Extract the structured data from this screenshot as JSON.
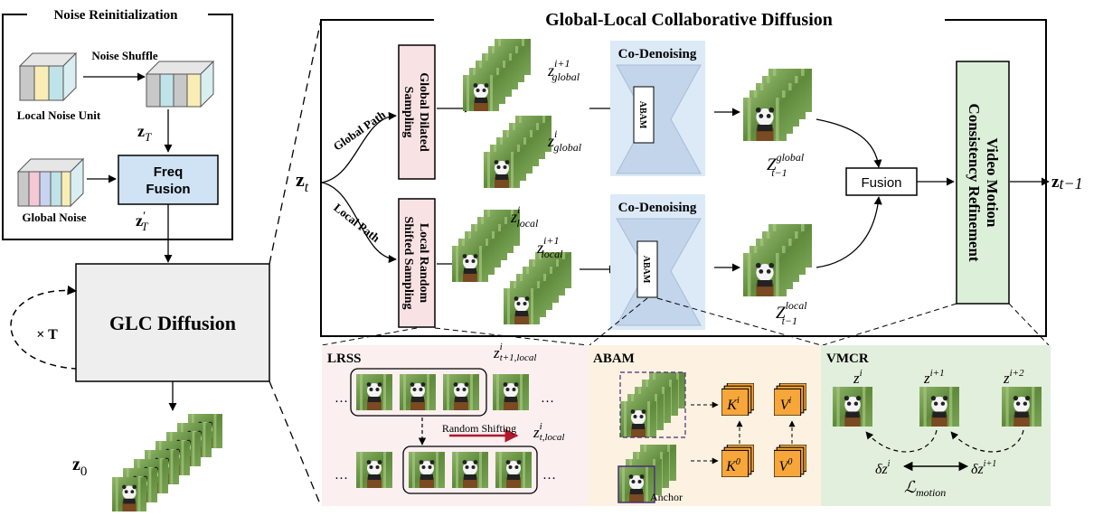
{
  "noise_reinit": {
    "title": "Noise Reinitialization",
    "noise_shuffle": "Noise Shuffle",
    "local_noise_unit": "Local Noise Unit",
    "global_noise": "Global Noise",
    "zT": "z",
    "zT_sub": "T",
    "zT_prime": "z",
    "zT_prime_sup": "′",
    "zT_prime_sub": "T",
    "freq_fusion_line1": "Freq",
    "freq_fusion_line2": "Fusion"
  },
  "glc": {
    "label": "GLC Diffusion",
    "times_t": "× T",
    "z0": "z",
    "z0_sub": "0"
  },
  "main": {
    "title": "Global-Local Collaborative Diffusion",
    "zt": "z",
    "zt_sub": "t",
    "global_path": "Global Path",
    "local_path": "Local Path",
    "gds_line1": "Global Dilated",
    "gds_line2": "Sampling",
    "lrss_line1": "Local Random",
    "lrss_line2": "Shifted Sampling",
    "z_global_next": "z",
    "z_global_next_sup": "i+1",
    "z_global_next_sub": "global",
    "z_global": "z",
    "z_global_sup": "i",
    "z_global_sub": "global",
    "z_local": "z",
    "z_local_sup": "i",
    "z_local_sub": "local",
    "z_local_next": "z",
    "z_local_next_sup": "i+1",
    "z_local_next_sub": "local",
    "codenoising_top": "Co-Denoising",
    "codenoising_bottom": "Co-Denoising",
    "abam_top": "ABAM",
    "abam_bottom": "ABAM",
    "Z_global": "Z",
    "Z_global_sup": "global",
    "Z_global_sub": "t−1",
    "Z_local": "Z",
    "Z_local_sup": "local",
    "Z_local_sub": "t−1",
    "fusion": "Fusion",
    "vmcr_line1": "Video Motion",
    "vmcr_line2": "Consistency Refinement",
    "zt1": "z",
    "zt1_sub": "t−1"
  },
  "lrss_panel": {
    "title": "LRSS",
    "z_top": "z",
    "z_top_sup": "i",
    "z_top_sub": "t+1,local",
    "z_bot": "z",
    "z_bot_sup": "i",
    "z_bot_sub": "t,local",
    "random_shifting": "Random Shifting",
    "ellipsis": "…"
  },
  "abam_panel": {
    "title": "ABAM",
    "anchor": "Anchor",
    "Ki": "K",
    "Ki_sup": "i",
    "Vi": "V",
    "Vi_sup": "i",
    "K0": "K",
    "K0_sup": "0",
    "V0": "V",
    "V0_sup": "0"
  },
  "vmcr_panel": {
    "title": "VMCR",
    "z1": "z",
    "z1_sup": "i",
    "z2": "z",
    "z2_sup": "i+1",
    "z3": "z",
    "z3_sup": "i+2",
    "dz1": "δz",
    "dz1_sup": "i",
    "dz2": "δz",
    "dz2_sup": "i+1",
    "loss": "ℒ",
    "loss_sub": "motion"
  },
  "colors": {
    "freq_fusion": "#cfe3f5",
    "sampling_box": "#f9e2e4",
    "codenoise_bg": "#dce9f7",
    "vmcr_box": "#dcefd9",
    "lrss_bg": "#fbeff0",
    "abam_bg": "#fdf2e2",
    "vmcr_bg": "#e2efdd",
    "kv_orange": "#f6a63a",
    "shift_arrow": "#b0182c",
    "frame_bamboo": "#6f9a4c"
  }
}
